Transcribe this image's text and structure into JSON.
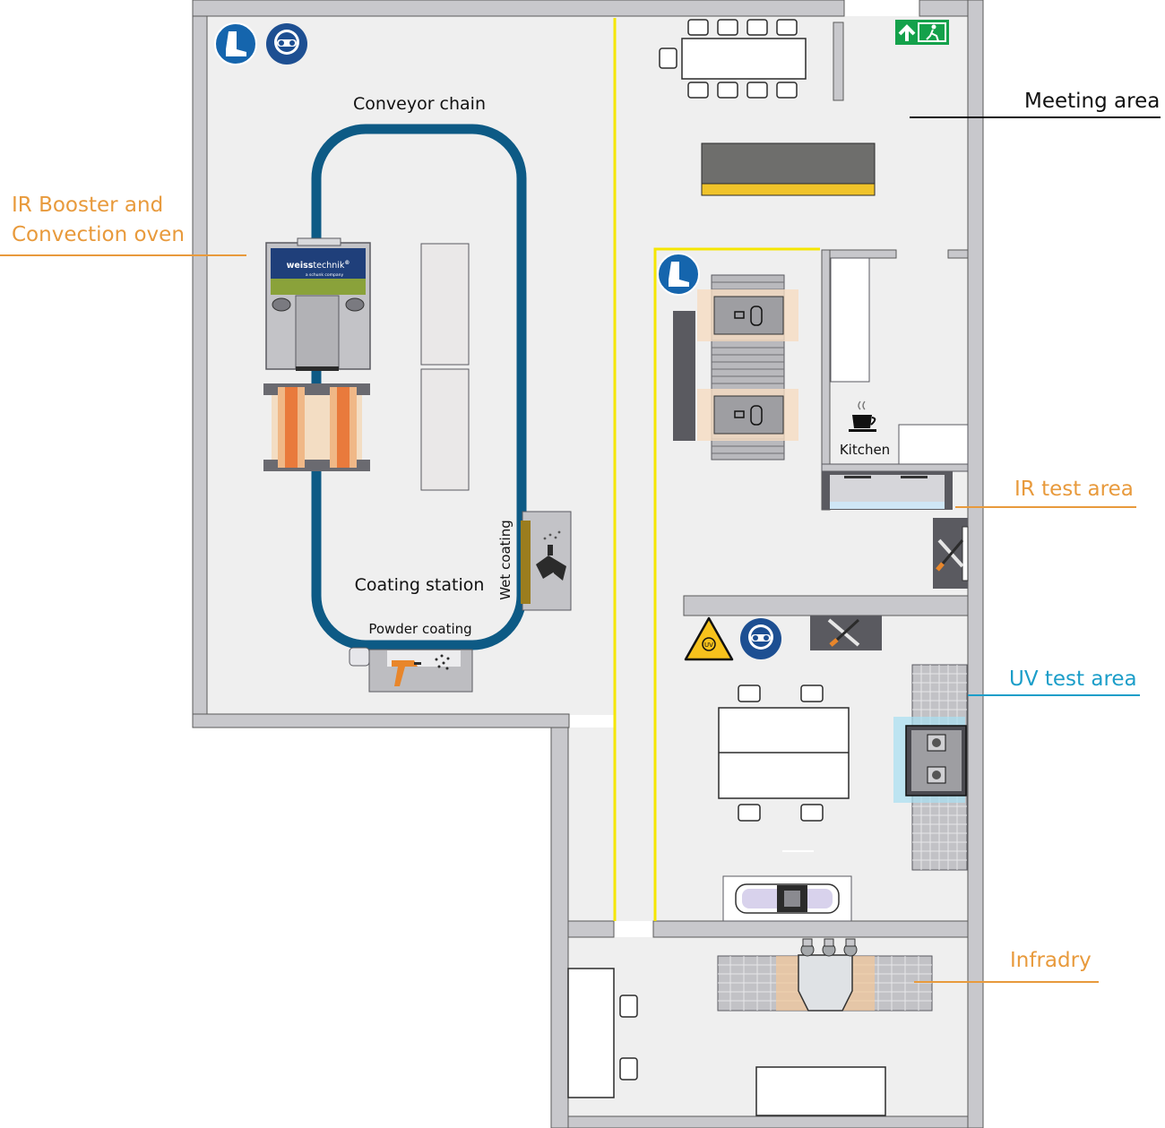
{
  "colors": {
    "wall": "#c8c8cc",
    "wall_edge": "#555555",
    "floor": "#efefef",
    "conveyor": "#0d5a85",
    "safety_line": "#f5e600",
    "orange_label": "#e89a3c",
    "uv_label": "#1c9ec9",
    "sign_blue": "#1565ad",
    "machine_grey": "#a8a8ae",
    "dark_grey": "#5a5a60",
    "table_white": "#ffffff",
    "warning_yellow": "#f7c21c"
  },
  "callouts": {
    "ir_booster": "IR Booster and\nConvection oven",
    "meeting": "Meeting area",
    "ir_test": "IR test area",
    "uv_test": "UV test area",
    "infradry": "Infradry"
  },
  "labels": {
    "conveyor_chain": "Conveyor chain",
    "coating_station": "Coating station",
    "powder_coating": "Powder coating",
    "wet_coating": "Wet coating",
    "kitchen": "Kitchen"
  },
  "oven": {
    "brand": "weisstechnik",
    "brand_bold": "weiss",
    "brand_light": "technik",
    "registered": "®",
    "sub": "a schunk company"
  },
  "icons": {
    "exit_sign": "emergency-exit-icon",
    "boots": "safety-boots-icon",
    "goggles": "safety-goggles-icon",
    "uv_warning": "uv-warning-icon",
    "tools": "tools-icon",
    "coffee": "coffee-cup-icon",
    "spray_gun": "spray-gun-icon",
    "wet_spray": "wet-spray-icon"
  },
  "warning_sign_text": "UV"
}
